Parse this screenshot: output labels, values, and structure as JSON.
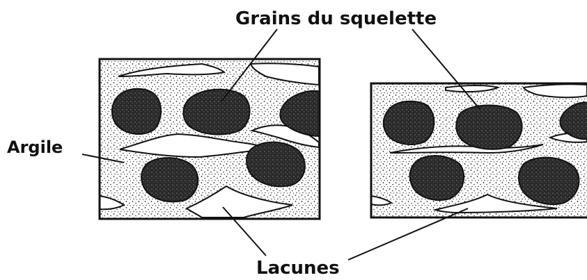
{
  "labels": {
    "grains": "Grains du squelette",
    "argile": "Argile",
    "lacunes": "Lacunes"
  },
  "colors": {
    "ink": "#111111",
    "grain_fill": "#2a2a2a",
    "paper": "#ffffff"
  }
}
